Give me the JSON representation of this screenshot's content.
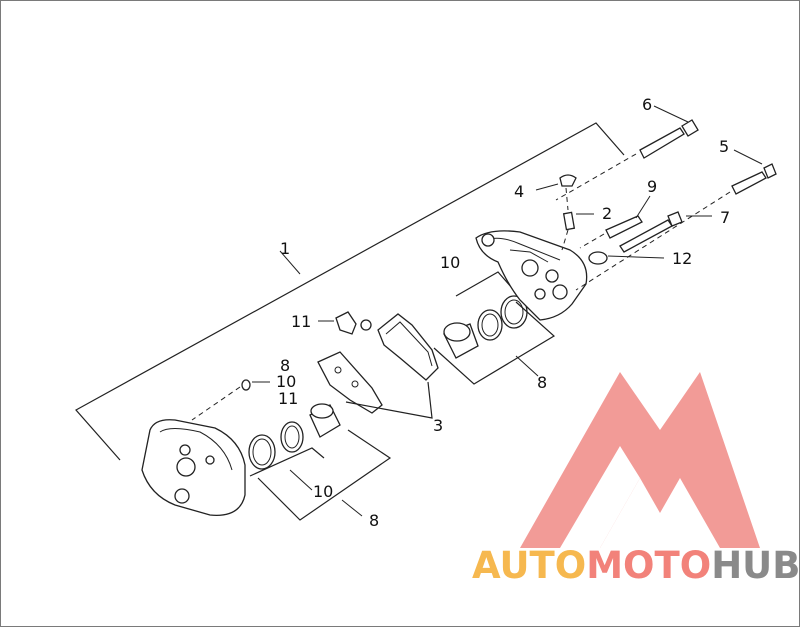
{
  "diagram": {
    "callouts": {
      "c1": "1",
      "c2": "2",
      "c3": "3",
      "c4": "4",
      "c5": "5",
      "c6": "6",
      "c7": "7",
      "c8_top": "8",
      "c8_mid": "8",
      "c8_bot": "8",
      "c9": "9",
      "c10_upper": "10",
      "c10_left": "10",
      "c10_lower": "10",
      "c11_left": "11",
      "c11_stack": "11",
      "c12": "12"
    }
  },
  "watermark": {
    "part1": "AUTO",
    "part2": "MOTO",
    "part3": "HUB",
    "color1": "#f6b84f",
    "color2": "#f2827a",
    "color3": "#8a8a8a",
    "logo_color": "#f08a86"
  }
}
